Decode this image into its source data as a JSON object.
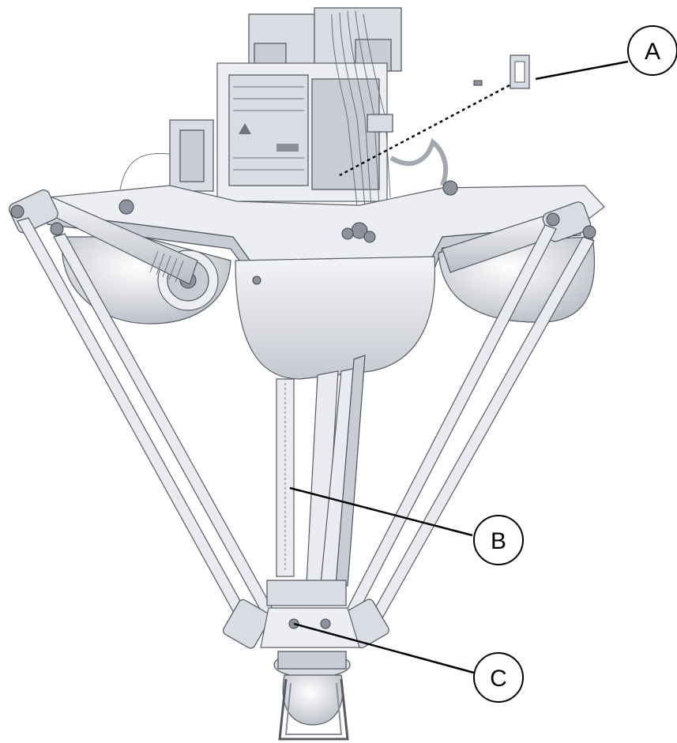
{
  "callouts": [
    {
      "id": "A",
      "label": "A"
    },
    {
      "id": "B",
      "label": "B"
    },
    {
      "id": "C",
      "label": "C"
    }
  ],
  "icons": {
    "robot": "delta-robot-drawing",
    "sensor": "sensor-module-icon"
  },
  "colors": {
    "background": "#ffffff",
    "line": "#000000",
    "metal_light": "#eceef2",
    "metal_shadow": "#c9ccd4"
  }
}
